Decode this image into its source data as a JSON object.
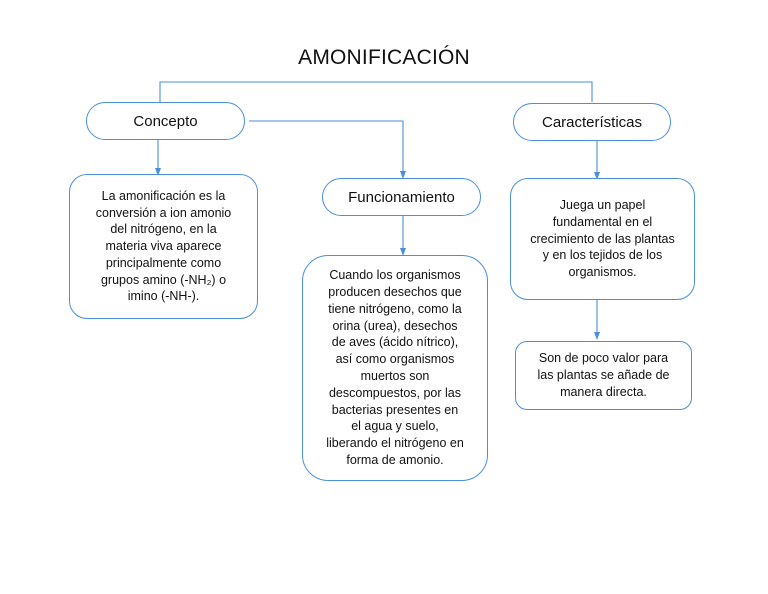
{
  "title": "AMONIFICACIÓN",
  "nodes": {
    "concepto": {
      "label": "Concepto",
      "definition": "La amonificación es la\nconversión a ion amonio\ndel nitrógeno, en la\nmateria viva aparece\nprincipalmente como\ngrupos amino (-NH₂) o\nimino (-NH-)."
    },
    "funcionamiento": {
      "label": "Funcionamiento",
      "description": "Cuando los organismos\nproducen desechos que\ntiene nitrógeno, como la\norina (urea), desechos\nde aves (ácido nítrico),\nasí como organismos\nmuertos son\ndescompuestos, por las\nbacterias presentes en\nel agua y suelo,\nliberando el nitrógeno en\nforma de amonio."
    },
    "caracteristicas": {
      "label": "Características",
      "item1": "Juega un papel\nfundamental en el\ncrecimiento de las plantas\ny en los tejidos de los\norganismos.",
      "item2": "Son de poco valor para\nlas plantas se añade de\nmanera directa."
    }
  },
  "colors": {
    "line": "#4a90d9",
    "text": "#111111",
    "background": "#ffffff"
  }
}
